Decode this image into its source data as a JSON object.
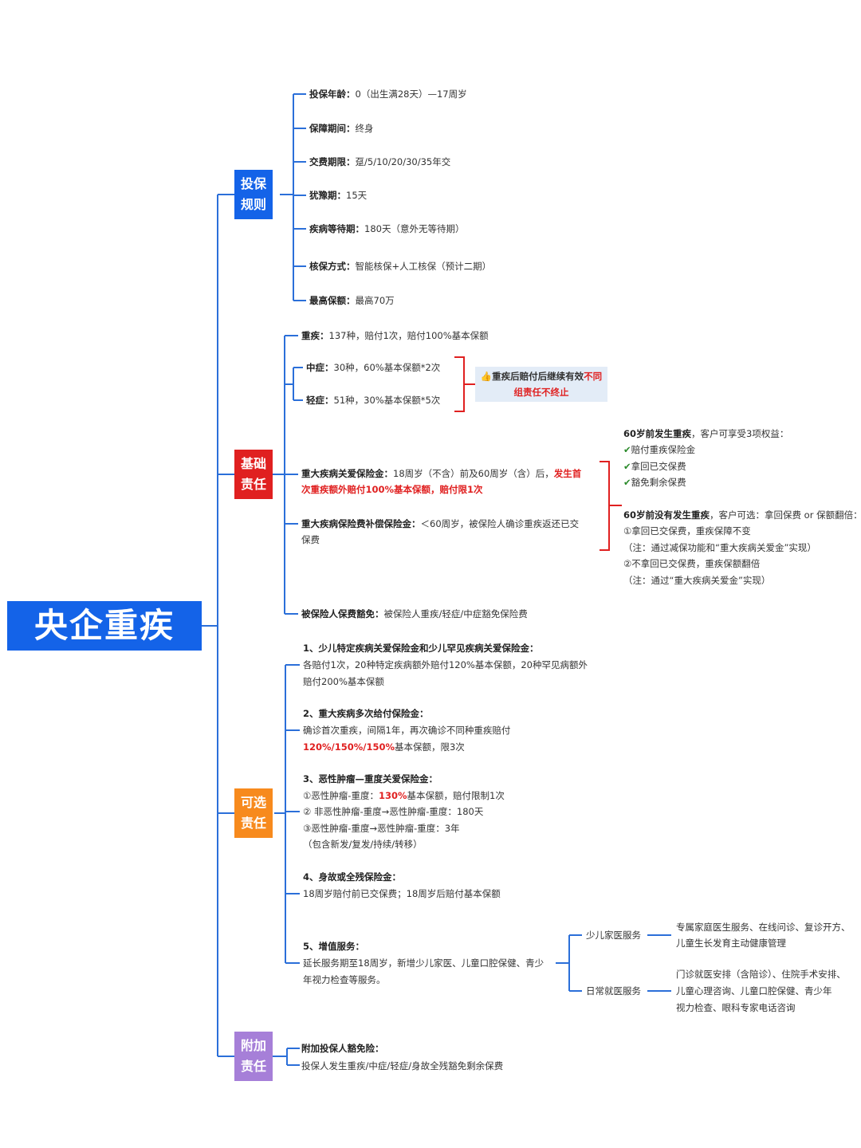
{
  "root": "央企重疾",
  "colors": {
    "root": "#1463e8",
    "toubao": "#1463e8",
    "jichu": "#e02020",
    "kexuan": "#f78a1d",
    "fujia": "#a67fd8",
    "line": "#2b6fd9"
  },
  "toubao": {
    "label_1": "投保",
    "label_2": "规则",
    "items": [
      {
        "k": "投保年龄：",
        "v": "0（出生满28天）—17周岁"
      },
      {
        "k": "保障期间：",
        "v": "终身"
      },
      {
        "k": "交费期限：",
        "v": "趸/5/10/20/30/35年交"
      },
      {
        "k": "犹豫期：",
        "v": "15天"
      },
      {
        "k": "疾病等待期：",
        "v": "180天（意外无等待期）"
      },
      {
        "k": "核保方式：",
        "v": "智能核保+人工核保（预计二期）"
      },
      {
        "k": "最高保额：",
        "v": "最高70万"
      }
    ]
  },
  "jichu": {
    "label_1": "基础",
    "label_2": "责任",
    "zhongji": {
      "k": "重疾：",
      "v": "137种，赔付1次，赔付100%基本保额"
    },
    "zhongzheng": {
      "k": "中症：",
      "v": "30种，60%基本保额*2次"
    },
    "qingzheng": {
      "k": "轻症：",
      "v": "51种，30%基本保额*5次"
    },
    "note": {
      "icon": "thumbs-up-icon",
      "p1": "重疾后赔付后继续有效",
      "p2": "不同",
      "p3": "组责任不终止"
    },
    "guanai": {
      "k": "重大疾病关爱保险金：",
      "v": "18周岁（不含）前及60周岁（含）后，",
      "r1": "发生首",
      "r2": "次重疾额外赔付100%基本保额，赔付限1次"
    },
    "buchang": {
      "k": "重大疾病保险费补偿保险金：",
      "v": "＜60周岁，被保险人确诊重疾返还已交",
      "v2": "保费"
    },
    "huomian": {
      "k": "被保险人保费豁免：",
      "v": "被保险人重疾/轻症/中症豁免保险费"
    },
    "before60": {
      "title_b": "60岁前发生重疾",
      "title": "，客户可享受3项权益：",
      "checks": [
        "赔付重疾保险金",
        "拿回已交保费",
        "豁免剩余保费"
      ]
    },
    "nobefore60": {
      "title_b": "60岁前没有发生重疾",
      "title": "，客户可选：拿回保费 or 保额翻倍：",
      "l1": "①拿回已交保费，重疾保障不变",
      "l2": "（注：通过减保功能和“重大疾病关爱金”实现）",
      "l3": "②不拿回已交保费，重疾保额翻倍",
      "l4": "（注：通过“重大疾病关爱金”实现）"
    }
  },
  "kexuan": {
    "label_1": "可选",
    "label_2": "责任",
    "i1": {
      "t": "1、少儿特定疾病关爱保险金和少儿罕见疾病关爱保险金：",
      "l1": "各赔付1次，20种特定疾病额外赔付120%基本保额，20种罕见病额外",
      "l2": "赔付200%基本保额"
    },
    "i2": {
      "t": "2、重大疾病多次给付保险金：",
      "l1": "确诊首次重疾，间隔1年，再次确诊不同种重疾赔付",
      "r": "120%/150%/150%",
      "l2": "基本保额，限3次"
    },
    "i3": {
      "t": "3、恶性肿瘤—重度关爱保险金：",
      "l1a": "①恶性肿瘤-重度：",
      "r": "130%",
      "l1b": "基本保额，赔付限制1次",
      "l2": "② 非恶性肿瘤-重度→恶性肿瘤-重度：180天",
      "l3": "③恶性肿瘤-重度→恶性肿瘤-重度：3年",
      "l4": "（包含新发/复发/持续/转移）"
    },
    "i4": {
      "t": "4、身故或全残保险金：",
      "l1": "18周岁赔付前已交保费；18周岁后赔付基本保额"
    },
    "i5": {
      "t": "5、增值服务：",
      "l1": "延长服务期至18周岁，新增少儿家医、儿童口腔保健、青少",
      "l2": "年视力检查等服务。",
      "s1": "少儿家医服务",
      "s1d1": "专属家庭医生服务、在线问诊、复诊开方、",
      "s1d2": "儿童生长发育主动健康管理",
      "s2": "日常就医服务",
      "s2d1": "门诊就医安排（含陪诊）、住院手术安排、",
      "s2d2": "儿童心理咨询、儿童口腔保健、青少年",
      "s2d3": "视力检查、眼科专家电话咨询"
    }
  },
  "fujia": {
    "label_1": "附加",
    "label_2": "责任",
    "t": "附加投保人豁免险：",
    "l1": "投保人发生重疾/中症/轻症/身故全残豁免剩余保费"
  }
}
